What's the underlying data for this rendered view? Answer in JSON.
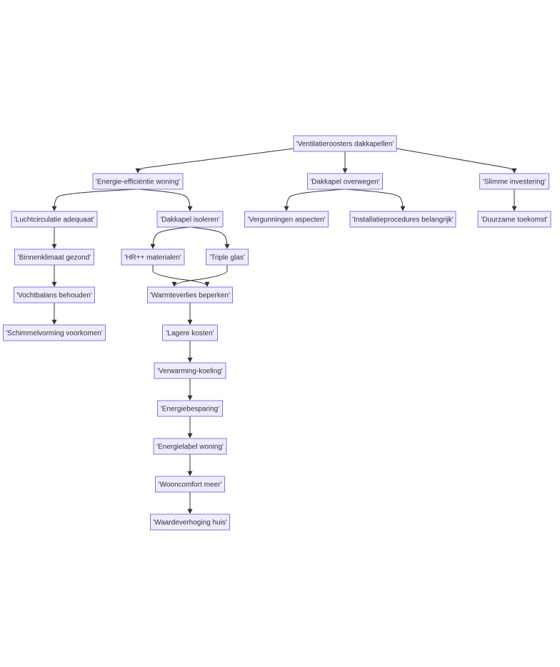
{
  "flowchart": {
    "nodes": [
      {
        "id": "root",
        "label": "'Ventilatieroosters dakkapellen'"
      },
      {
        "id": "energie",
        "label": "'Energie-efficiëntie woning'"
      },
      {
        "id": "overwegen",
        "label": "'Dakkapel overwegen'"
      },
      {
        "id": "slim",
        "label": "'Slimme investering'"
      },
      {
        "id": "lucht",
        "label": "'Luchtcirculatie adequaat'"
      },
      {
        "id": "isoleren",
        "label": "'Dakkapel isoleren'"
      },
      {
        "id": "vergunning",
        "label": "'Vergunningen aspecten'"
      },
      {
        "id": "installatie",
        "label": "'Installatieprocedures belangrijk'"
      },
      {
        "id": "duurzaam",
        "label": "'Duurzame toekomst'"
      },
      {
        "id": "binnen",
        "label": "'Binnenklimaat gezond'"
      },
      {
        "id": "hr",
        "label": "'HR++ materialen'"
      },
      {
        "id": "triple",
        "label": "'Triple glas'"
      },
      {
        "id": "vocht",
        "label": "'Vochtbalans behouden'"
      },
      {
        "id": "warmte",
        "label": "'Warmteverlies beperken'"
      },
      {
        "id": "schimmel",
        "label": "'Schimmelvorming voorkomen'"
      },
      {
        "id": "kosten",
        "label": "'Lagere kosten'"
      },
      {
        "id": "verwarming",
        "label": "'Verwarming-koeling'"
      },
      {
        "id": "besparing",
        "label": "'Energiebesparing'"
      },
      {
        "id": "label",
        "label": "'Energielabel woning'"
      },
      {
        "id": "comfort",
        "label": "'Wooncomfort meer'"
      },
      {
        "id": "waarde",
        "label": "'Waardeverhoging huis'"
      }
    ],
    "edges": [
      {
        "from": "root",
        "to": "energie"
      },
      {
        "from": "root",
        "to": "overwegen"
      },
      {
        "from": "root",
        "to": "slim"
      },
      {
        "from": "energie",
        "to": "lucht"
      },
      {
        "from": "energie",
        "to": "isoleren"
      },
      {
        "from": "overwegen",
        "to": "vergunning"
      },
      {
        "from": "overwegen",
        "to": "installatie"
      },
      {
        "from": "slim",
        "to": "duurzaam"
      },
      {
        "from": "lucht",
        "to": "binnen"
      },
      {
        "from": "isoleren",
        "to": "hr"
      },
      {
        "from": "isoleren",
        "to": "triple"
      },
      {
        "from": "binnen",
        "to": "vocht"
      },
      {
        "from": "hr",
        "to": "warmte"
      },
      {
        "from": "triple",
        "to": "warmte"
      },
      {
        "from": "vocht",
        "to": "schimmel"
      },
      {
        "from": "warmte",
        "to": "kosten"
      },
      {
        "from": "kosten",
        "to": "verwarming"
      },
      {
        "from": "verwarming",
        "to": "besparing"
      },
      {
        "from": "besparing",
        "to": "label"
      },
      {
        "from": "label",
        "to": "comfort"
      },
      {
        "from": "comfort",
        "to": "waarde"
      }
    ]
  },
  "colors": {
    "node_fill": "#ECECFF",
    "node_stroke": "#9370DB",
    "edge": "#333333",
    "text": "#333333"
  }
}
